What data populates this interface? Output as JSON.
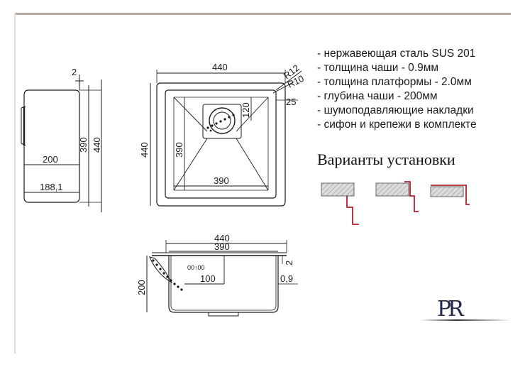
{
  "specs": [
    "- нержавеющая сталь SUS 201",
    "- толщина чаши - 0.9мм",
    "- толщина платформы - 2.0мм",
    "- глубина чаши - 200мм",
    "- шумоподавляющие накладки",
    "- сифон и крепежи в комплекте"
  ],
  "variants_title": "Варианты установки",
  "side_view": {
    "dim_top": "2",
    "dim_inner_height": "390",
    "dim_outer_height": "440",
    "dim_depth": "200",
    "dim_overall_depth": "188,1"
  },
  "top_view": {
    "dim_width": "440",
    "dim_height": "440",
    "dim_inner_height": "390",
    "dim_inner_width": "390",
    "dim_drain_offset": "120",
    "dim_radius_outer": "R12",
    "dim_radius_inner": "R10",
    "dim_rim": "25"
  },
  "front_view": {
    "dim_outer_width": "440",
    "dim_inner_width": "390",
    "dim_depth": "200",
    "dim_drain": "100",
    "dim_drain_label": "00↑00",
    "dim_top": "2",
    "dim_thickness": "0,9"
  },
  "logo": {
    "text": "PR"
  },
  "colors": {
    "line": "#1a1a1a",
    "install_accent": "#b21e2f",
    "countertop_fill": "#cfcfcf"
  }
}
